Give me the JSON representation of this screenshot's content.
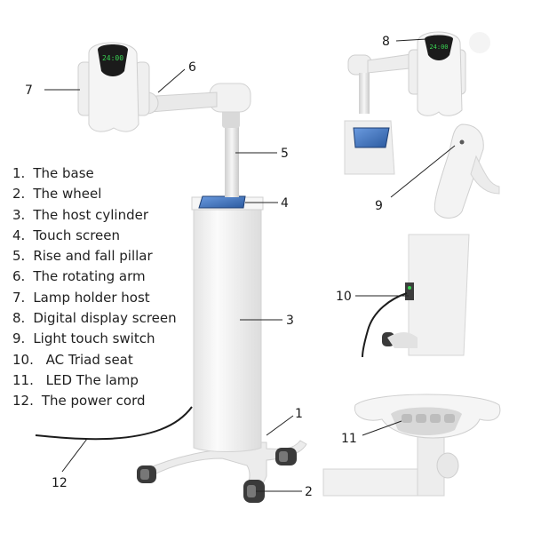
{
  "legend": [
    {
      "num": "1.",
      "label": "The base"
    },
    {
      "num": "2.",
      "label": "The wheel"
    },
    {
      "num": "3.",
      "label": "The host cylinder"
    },
    {
      "num": "4.",
      "label": "Touch screen"
    },
    {
      "num": "5.",
      "label": "Rise and fall pillar"
    },
    {
      "num": "6.",
      "label": "The rotating arm"
    },
    {
      "num": "7.",
      "label": "Lamp holder host"
    },
    {
      "num": "8.",
      "label": "Digital display screen"
    },
    {
      "num": "9.",
      "label": "Light touch switch"
    },
    {
      "num": "10.",
      "label": " AC Triad seat"
    },
    {
      "num": "11.",
      "label": " LED The lamp"
    },
    {
      "num": "12.",
      "label": "The power cord"
    }
  ],
  "callouts": {
    "c1": "1",
    "c2": "2",
    "c3": "3",
    "c4": "4",
    "c5": "5",
    "c6": "6",
    "c7": "7",
    "c8": "8",
    "c9": "9",
    "c10": "10",
    "c11": "11",
    "c12": "12"
  },
  "display": {
    "main_readout": "24:00",
    "detail_readout": "24:00"
  },
  "colors": {
    "device_body": "#f2f2f2",
    "shadow": "#d6d6d6",
    "screen": "#3a6fb8",
    "digits": "#39d353",
    "leader": "#222222"
  }
}
